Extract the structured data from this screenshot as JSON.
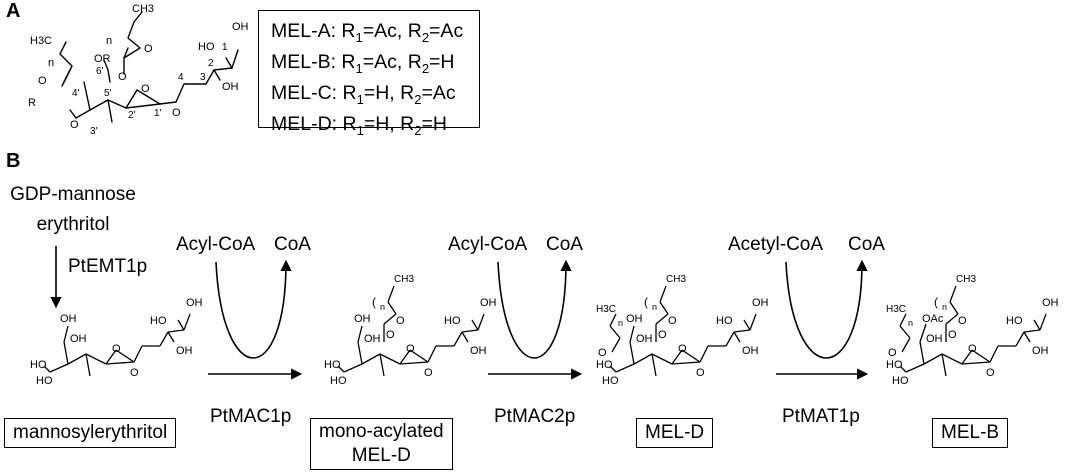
{
  "panel_a": {
    "label": "A",
    "legend": [
      {
        "name": "MEL-A",
        "r1": "Ac",
        "r2": "Ac"
      },
      {
        "name": "MEL-B",
        "r1": "Ac",
        "r2": "H"
      },
      {
        "name": "MEL-C",
        "r1": "H",
        "r2": "Ac"
      },
      {
        "name": "MEL-D",
        "r1": "H",
        "r2": "H"
      }
    ],
    "structure_labels": {
      "ch3_top": "CH3",
      "h3c": "H3C",
      "n": "n",
      "oh": "OH",
      "ho": "HO",
      "o": "O",
      "or": "OR",
      "r": "R",
      "ring_o": "O",
      "pos": [
        "1",
        "2",
        "3",
        "4",
        "1'",
        "2'",
        "3'",
        "4'",
        "5'",
        "6'"
      ]
    }
  },
  "panel_b": {
    "label": "B",
    "start_substrates": [
      "GDP-mannose",
      "erythritol"
    ],
    "step1_enzyme": "PtEMT1p",
    "cosubstrates": [
      {
        "in": "Acyl-CoA",
        "out": "CoA",
        "enzyme": "PtMAC1p"
      },
      {
        "in": "Acyl-CoA",
        "out": "CoA",
        "enzyme": "PtMAC2p"
      },
      {
        "in": "Acetyl-CoA",
        "out": "CoA",
        "enzyme": "PtMAT1p"
      }
    ],
    "compounds": [
      {
        "name_lines": [
          "mannosylerythritol"
        ]
      },
      {
        "name_lines": [
          "mono-acylated",
          "MEL-D"
        ]
      },
      {
        "name_lines": [
          "MEL-D"
        ]
      },
      {
        "name_lines": [
          "MEL-B"
        ]
      }
    ],
    "atom_labels": {
      "oh": "OH",
      "ho": "HO",
      "oac": "OAc",
      "o": "O",
      "n": "n",
      "ch3": "CH3",
      "h3c": "H3C"
    }
  }
}
